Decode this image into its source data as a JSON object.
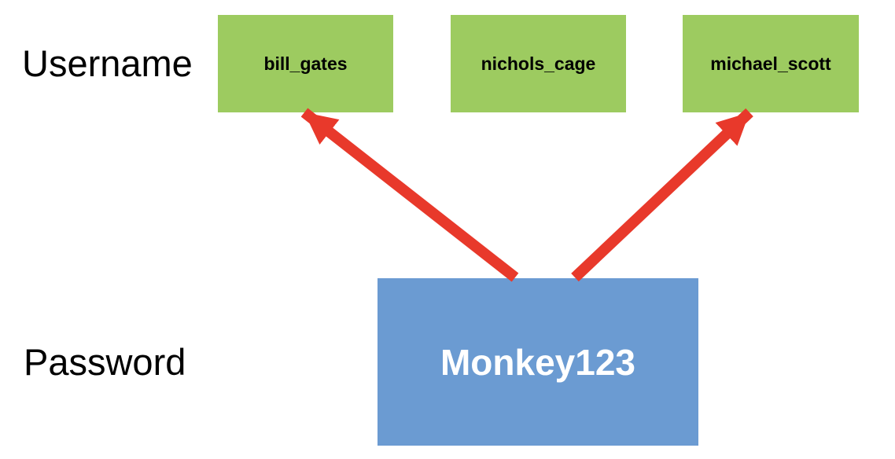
{
  "diagram": {
    "rows": {
      "username_label": "Username",
      "password_label": "Password"
    },
    "usernames": [
      {
        "label": "bill_gates"
      },
      {
        "label": "nichols_cage"
      },
      {
        "label": "michael_scott"
      }
    ],
    "password": {
      "label": "Monkey123"
    },
    "connections": [
      {
        "from": "Monkey123",
        "to": "bill_gates"
      },
      {
        "from": "Monkey123",
        "to": "michael_scott"
      }
    ],
    "colors": {
      "username_box": "#9DCB60",
      "password_box": "#6B9BD2",
      "arrow": "#E8392B",
      "label_text": "#000000",
      "password_text": "#FFFFFF"
    }
  }
}
